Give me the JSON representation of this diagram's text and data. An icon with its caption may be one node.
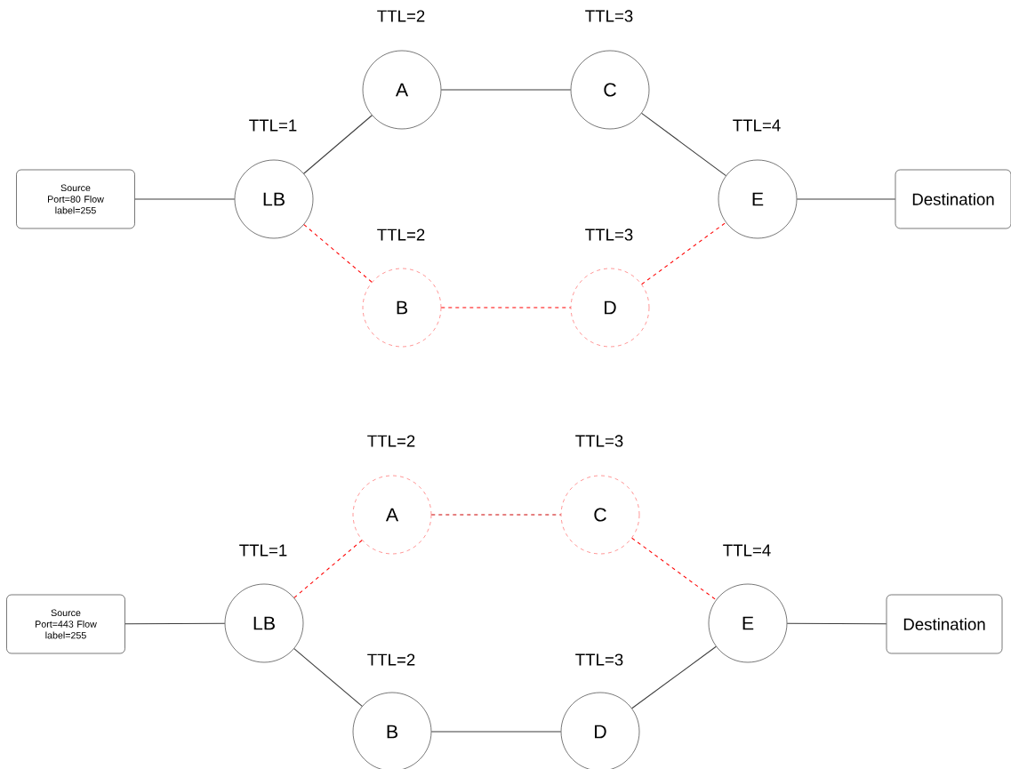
{
  "diagram": {
    "nodes": [
      {
        "text": [
          "Source Port=80 Flow label=255"
        ]
      },
      {
        "text": [
          "LB"
        ],
        "beside": [
          "TTL=1"
        ]
      },
      {
        "text": [
          "A"
        ],
        "beside": [
          "TTL=2"
        ]
      },
      {
        "text": [
          "C"
        ],
        "beside": [
          "TTL=3"
        ]
      },
      {
        "text": [
          "B"
        ],
        "beside": [
          "TTL=2"
        ]
      },
      {
        "text": [
          "D"
        ],
        "beside": [
          "TTL=3"
        ]
      },
      {
        "text": [
          "E"
        ],
        "beside": [
          "TTL=4"
        ]
      },
      {
        "text": [
          "Destination"
        ]
      },
      {
        "text": [
          "Source Port=443 Flow label=255"
        ]
      },
      {
        "text": [
          "LB"
        ],
        "beside": [
          "TTL=1"
        ]
      },
      {
        "text": [
          "A"
        ],
        "beside": [
          "TTL=2"
        ]
      },
      {
        "text": [
          "C"
        ],
        "beside": [
          "TTL=3"
        ]
      },
      {
        "text": [
          "B"
        ],
        "beside": [
          "TTL=2"
        ]
      },
      {
        "text": [
          "D"
        ],
        "beside": [
          "TTL=3"
        ]
      },
      {
        "text": [
          "E"
        ],
        "beside": [
          "TTL=4"
        ]
      },
      {
        "text": [
          "Destination"
        ]
      }
    ],
    "edges": [
      {
        "from": 0,
        "to": 1,
        "arrow": "none"
      },
      {
        "from": 1,
        "to": 2,
        "arrow": "none"
      },
      {
        "from": 2,
        "to": 3,
        "arrow": "none"
      },
      {
        "from": 3,
        "to": 6,
        "arrow": "none"
      },
      {
        "from": 6,
        "to": 7,
        "arrow": "none"
      },
      {
        "from": 1,
        "to": 4,
        "arrow": "none",
        "style": "dashed",
        "color": "#ff0000"
      },
      {
        "from": 4,
        "to": 5,
        "arrow": "none",
        "style": "dashed",
        "color": "#ff0000"
      },
      {
        "from": 5,
        "to": 6,
        "arrow": "none",
        "style": "dashed",
        "color": "#ff0000"
      },
      {
        "from": 8,
        "to": 9,
        "arrow": "none"
      },
      {
        "from": 9,
        "to": 10,
        "arrow": "none",
        "style": "dashed",
        "color": "#ff0000"
      },
      {
        "from": 10,
        "to": 11,
        "arrow": "none",
        "style": "dashed",
        "color": "#cc0000"
      },
      {
        "from": 11,
        "to": 14,
        "arrow": "none",
        "style": "dashed",
        "color": "#ff0000"
      },
      {
        "from": 14,
        "to": 15,
        "arrow": "none"
      },
      {
        "from": 9,
        "to": 12,
        "arrow": "none"
      },
      {
        "from": 12,
        "to": 13,
        "arrow": "none"
      },
      {
        "from": 13,
        "to": 14,
        "arrow": "none"
      }
    ]
  }
}
